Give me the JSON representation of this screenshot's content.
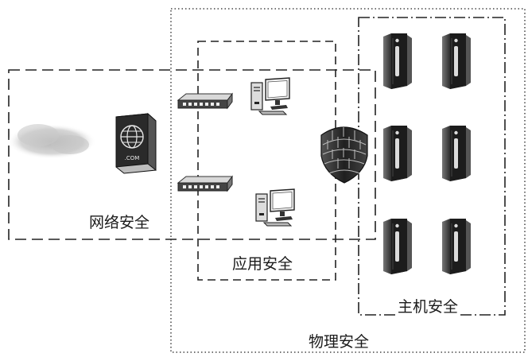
{
  "zones": {
    "network": {
      "label": "网络安全",
      "line_style": "long-dash"
    },
    "application": {
      "label": "应用安全",
      "line_style": "dash"
    },
    "host": {
      "label": "主机安全",
      "line_style": "dash-dot"
    },
    "physical": {
      "label": "物理安全",
      "line_style": "dotted"
    }
  },
  "devices": {
    "website_badge": ".COM",
    "icons": [
      "cloud-icon",
      "website-globe-icon",
      "switch-icon",
      "desktop-computer-icon",
      "firewall-shield-icon",
      "server-tower-icon"
    ],
    "switch_count": 2,
    "computer_count": 2,
    "server_count": 6
  },
  "colors": {
    "ink": "#1a1a1a",
    "server_dark": "#2b2b2b",
    "server_light": "#8a8a8a",
    "background": "#ffffff"
  }
}
